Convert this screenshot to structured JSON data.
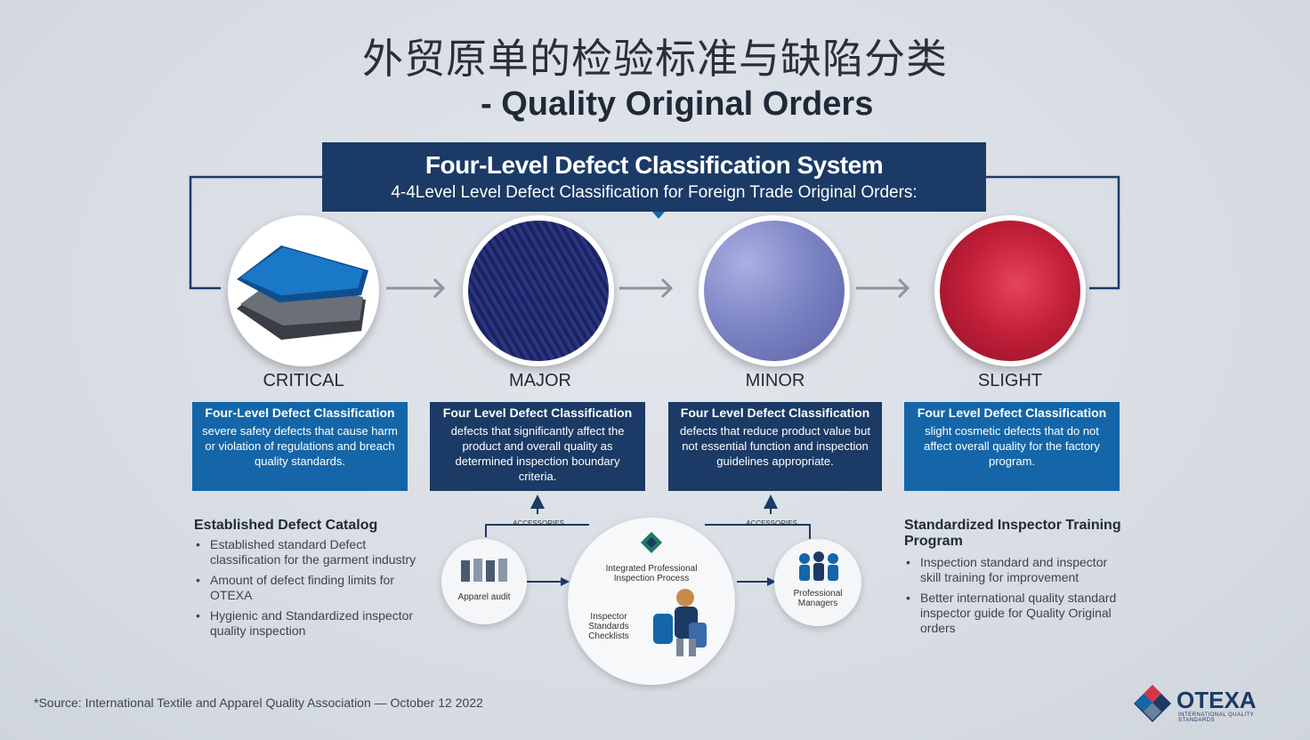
{
  "header": {
    "title": "外贸原单的检验标准与缺陷分类",
    "subtitle": "- Quality Original Orders"
  },
  "banner": {
    "title": "Four-Level Defect Classification System",
    "subtitle": "4-4Level Level Defect Classification for Foreign Trade Original Orders:"
  },
  "levels": [
    {
      "label": "CRITICAL",
      "color": "#1466a8",
      "card_heading": "Four-Level Defect Classification",
      "card_text": "severe safety defects that cause harm or violation of regulations and breach quality standards."
    },
    {
      "label": "MAJOR",
      "color": "#1b3a66",
      "card_heading": "Four Level Defect Classification",
      "card_text": "defects that significantly affect the product and overall quality as determined inspection boundary criteria."
    },
    {
      "label": "MINOR",
      "color": "#1b3a66",
      "card_heading": "Four Level Defect Classification",
      "card_text": "defects that reduce product value but not essential function and inspection guidelines appropriate."
    },
    {
      "label": "SLIGHT",
      "color": "#1466a8",
      "card_heading": "Four Level Defect Classification",
      "card_text": "slight cosmetic defects that do not affect overall quality for the factory program."
    }
  ],
  "left_panel": {
    "title": "Established Defect Catalog",
    "bullets": [
      "Established standard Defect classification for the garment industry",
      "Amount of defect finding limits for OTEXA",
      "Hygienic and Standardized inspector quality inspection"
    ]
  },
  "right_panel": {
    "title": "Standardized Inspector Training Program",
    "bullets": [
      "Inspection standard and inspector skill training for improvement",
      "Better international quality standard inspector guide for Quality Original orders"
    ]
  },
  "flow": {
    "left_arrow_label": "ACCESSORIES",
    "right_arrow_label": "ACCESSORIES",
    "left_circle_label": "Apparel audit",
    "center_top_label": "Integrated Professional Inspection Process",
    "center_side_label": "Inspector Standards Checklists",
    "right_circle_label": "Professional Managers"
  },
  "footer": {
    "source": "*Source: International Textile and Apparel Quality Association — October 12 2022"
  },
  "logo": {
    "word": "OTEXA",
    "tagline": "INTERNATIONAL QUALITY STANDARDS"
  },
  "colors": {
    "navy": "#1b3a66",
    "blue": "#1466a8",
    "background": "#d9dee4",
    "fabric_critical": "#1466a8",
    "fabric_major": "#1f2a66",
    "fabric_minor": "#7f86c4",
    "fabric_slight": "#c4203a"
  }
}
